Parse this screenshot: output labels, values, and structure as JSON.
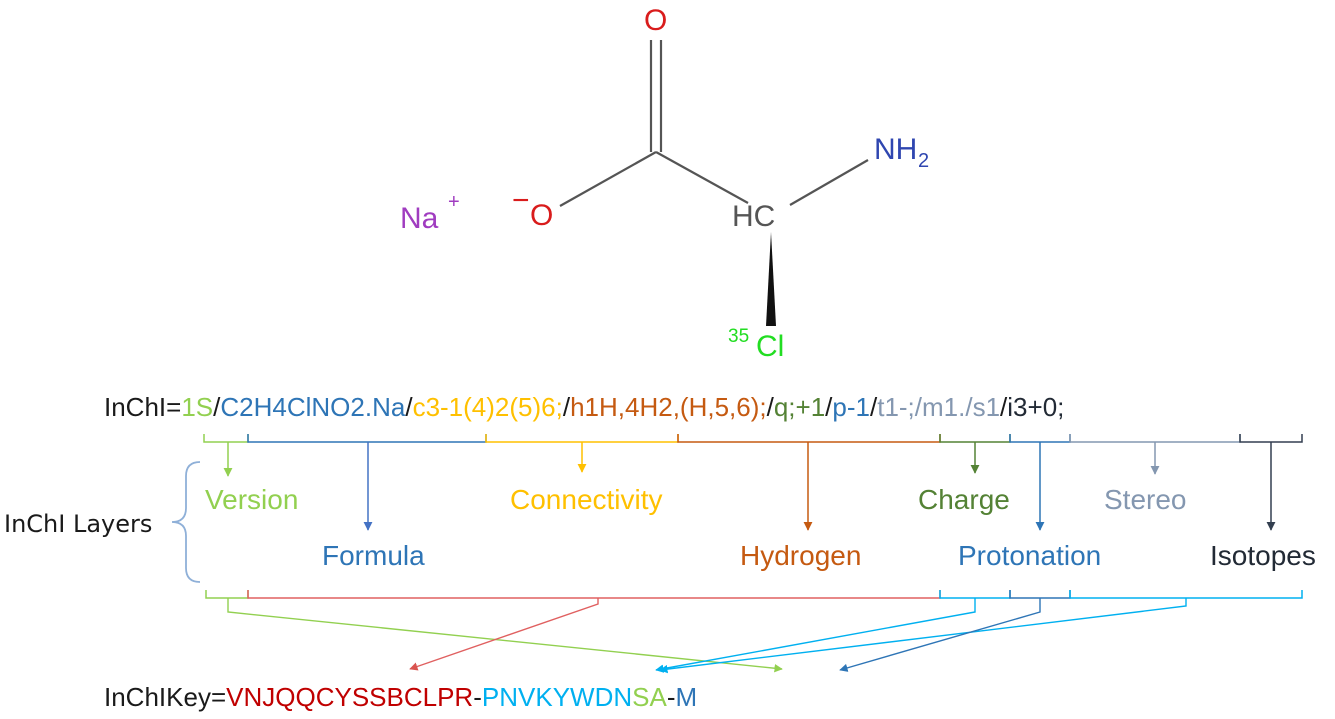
{
  "molecule": {
    "oxygen_top": "O",
    "oxygen_neg": "O",
    "minus_sign": "−",
    "sodium": "Na",
    "plus_sign": "+",
    "hc": "HC",
    "nh": "NH",
    "nh_sub": "2",
    "cl": "Cl",
    "isotope_mass": "35"
  },
  "inchi": {
    "prefix": "InChI=",
    "version": "1S",
    "sep1": "/",
    "formula": "C2H4ClNO2.Na",
    "sep2": "/",
    "connectivity": "c3-1(4)2(5)6;",
    "sep3": "/",
    "hydrogen": "h1H,4H2,(H,5,6);",
    "sep4": "/",
    "charge": "q;+1",
    "sep5": "/",
    "protonation": "p-1",
    "sep6": "/",
    "stereo": "t1-;/m1./s1",
    "sep7": "/",
    "isotopes": "i3+0;"
  },
  "layers": {
    "title": "InChI Layers",
    "version": "Version",
    "formula": "Formula",
    "connectivity": "Connectivity",
    "hydrogen": "Hydrogen",
    "charge": "Charge",
    "stereo": "Stereo",
    "protonation": "Protonation",
    "isotopes": "Isotopes"
  },
  "inchikey": {
    "prefix": "InChIKey=",
    "block1": "VNJQQCYSSBCLPR",
    "dash1": "-",
    "block2a": "PNVKYWDN",
    "block2b": "SA",
    "dash2": "-",
    "block3": "M"
  },
  "colors": {
    "black": "#1a1a1a",
    "version": "#92d050",
    "formula": "#2e75b6",
    "connectivity": "#ffc000",
    "hydrogen": "#c55a11",
    "charge": "#548235",
    "protonation": "#2e75b6",
    "stereo": "#8497b0",
    "isotopes": "#222a35",
    "oxygen": "#d91c1c",
    "nitrogen": "#2f46b0",
    "sodium": "#a03cc0",
    "chlorine": "#22dd22",
    "key_red": "#c00000",
    "key_blue": "#00b0f0",
    "bond": "#555555"
  }
}
